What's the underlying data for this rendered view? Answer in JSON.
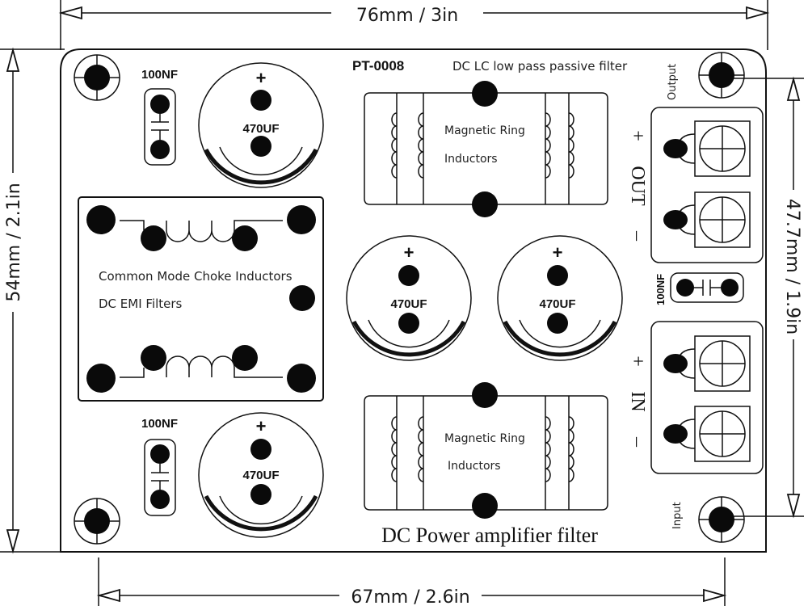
{
  "dimensions": {
    "top_width": "76mm / 3in",
    "bottom_width": "67mm / 2.6in",
    "left_height": "54mm / 2.1in",
    "right_height": "47.7mm / 1.9in"
  },
  "board": {
    "model": "PT-0008",
    "subtitle": "DC LC low pass passive filter",
    "title": "DC Power amplifier filter"
  },
  "components": {
    "cap_small_label": "100NF",
    "cap_large_label": "470UF",
    "cap_plus": "+",
    "choke_line1": "Common Mode Choke Inductors",
    "choke_line2": "DC EMI Filters",
    "ring_line1": "Magnetic Ring",
    "ring_line2": "Inductors"
  },
  "terminals": {
    "output_label": "Output",
    "input_label": "Input",
    "out_text": "OUT",
    "in_text": "IN",
    "plus": "+",
    "minus": "–"
  }
}
